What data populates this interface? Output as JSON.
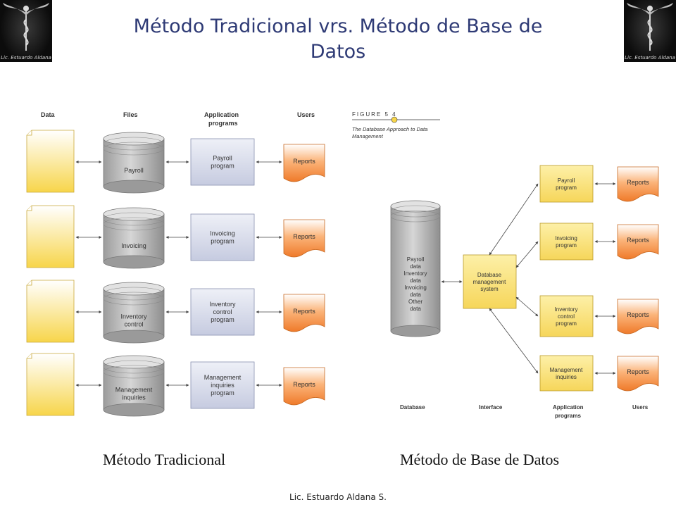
{
  "logo_caption": "Lic. Estuardo Aldana",
  "title_line1": "Método Tradicional vrs. Método de Base de",
  "title_line2": "Datos",
  "traditional": {
    "headers": {
      "data": "Data",
      "files": "Files",
      "apps": "Application",
      "apps2": "programs",
      "users": "Users"
    },
    "rows": [
      {
        "file": [
          "Payroll"
        ],
        "program": [
          "Payroll",
          "program"
        ],
        "report": "Reports"
      },
      {
        "file": [
          "Invoicing"
        ],
        "program": [
          "Invoicing",
          "program"
        ],
        "report": "Reports"
      },
      {
        "file": [
          "Inventory",
          "control"
        ],
        "program": [
          "Inventory",
          "control",
          "program"
        ],
        "report": "Reports"
      },
      {
        "file": [
          "Management",
          "inquiries"
        ],
        "program": [
          "Management",
          "inquiries",
          "program"
        ],
        "report": "Reports"
      }
    ]
  },
  "database": {
    "figure_label": "FIGURE 5 4",
    "figure_caption_1": "The Database Approach to Data",
    "figure_caption_2": "Management",
    "cylinder_items": [
      "Payroll",
      "data",
      "Inventory",
      "data",
      "Invoicing",
      "data",
      "Other",
      "data"
    ],
    "dbms": [
      "Database",
      "management",
      "system"
    ],
    "programs": [
      {
        "lines": [
          "Payroll",
          "program"
        ],
        "report": "Reports"
      },
      {
        "lines": [
          "Invoicing",
          "program"
        ],
        "report": "Reports"
      },
      {
        "lines": [
          "Inventory",
          "control",
          "program"
        ],
        "report": "Reports"
      },
      {
        "lines": [
          "Management",
          "inquiries"
        ],
        "report": "Reports"
      }
    ],
    "bottom_labels": {
      "database": "Database",
      "interface": "Interface",
      "apps": "Application",
      "apps2": "programs",
      "users": "Users"
    }
  },
  "caption_left": "Método Tradicional",
  "caption_right": "Método de Base de Datos",
  "footer": "Lic. Estuardo Aldana S.",
  "colors": {
    "title": "#2e3a75",
    "yellow": "#f7dc6f",
    "report": "#f08a3c",
    "program": "#d2d6e6"
  }
}
